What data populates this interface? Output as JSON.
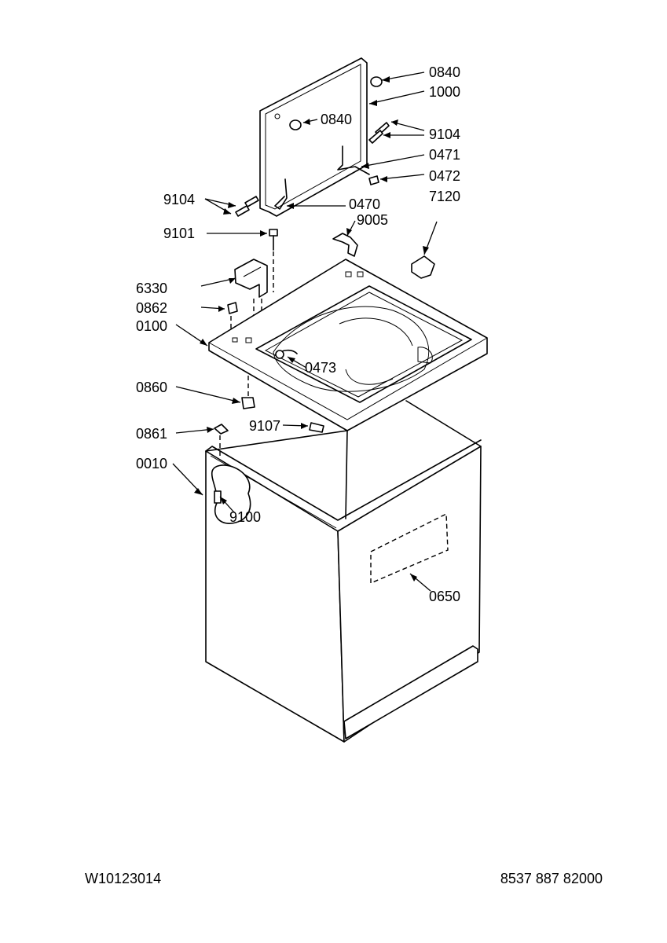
{
  "labels": {
    "lid_bumper_top": "0840",
    "lid": "1000",
    "lid_bumper_inner": "0840",
    "lid_screws_right": "9104",
    "lid_hinge_right": "0471",
    "lid_hinge_nut": "0472",
    "lid_screws_left": "9104",
    "lid_hinge_left": "0470",
    "hinge_clip": "9005",
    "dispenser_cup": "7120",
    "lid_switch_screw": "9101",
    "lid_switch": "6330",
    "switch_clip": "0862",
    "top_panel": "0100",
    "tub_ring_fitting": "0473",
    "bumper": "0860",
    "cabinet_clip": "0861",
    "cabinet_screw": "9107",
    "cabinet": "0010",
    "cabinet_bolt": "9100",
    "rear_panel_label": "0650"
  },
  "footer": {
    "part_number": "W10123014",
    "diagram_number": "8537 887 82000"
  }
}
